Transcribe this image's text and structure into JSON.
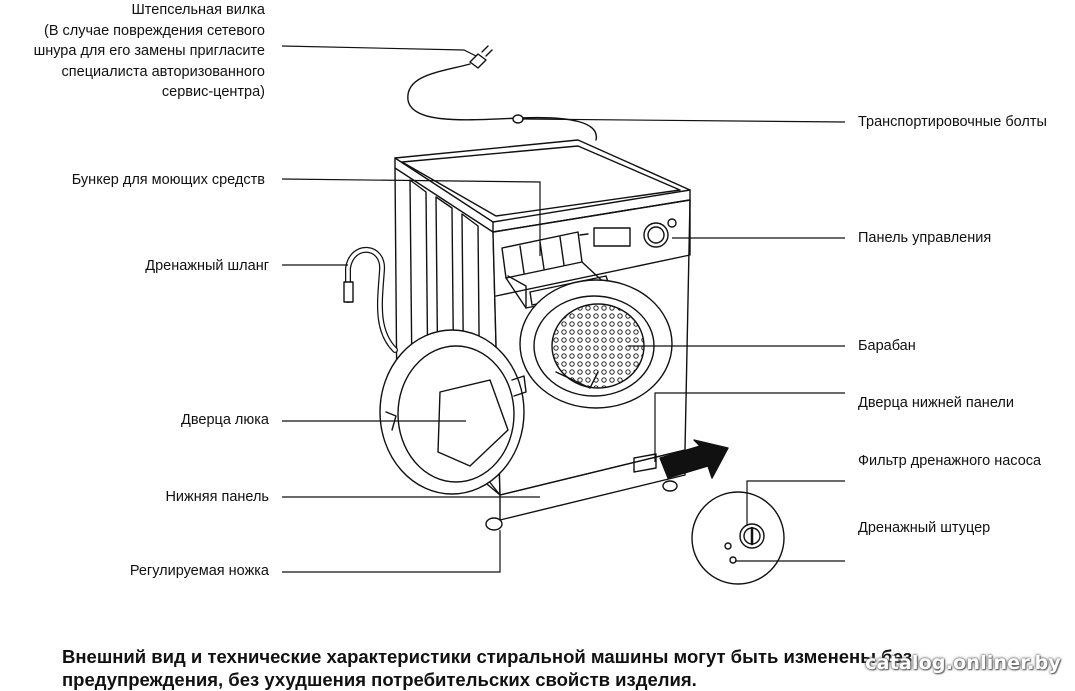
{
  "labels": {
    "plug": {
      "line1": "Штепсельная вилка",
      "line2": "(В случае повреждения сетевого",
      "line3": "шнура для его замены пригласите",
      "line4": "специалиста авторизованного",
      "line5": "сервис-центра)"
    },
    "transport_bolts": "Транспортировочные болты",
    "detergent_drawer": "Бункер для моющих средств",
    "control_panel": "Панель управления",
    "drain_hose": "Дренажный шланг",
    "drum": "Барабан",
    "bottom_panel_door": "Дверца нижней панели",
    "door": "Дверца люка",
    "pump_filter": "Фильтр дренажного насоса",
    "bottom_panel": "Нижняя панель",
    "drain_nozzle": "Дренажный штуцер",
    "adjustable_foot": "Регулируемая ножка"
  },
  "footer": {
    "line1": "Внешний вид и технические характеристики стиральной машины могут быть изменены без",
    "line2": "предупреждения,  без ухудшения  потребительских свойств изделия."
  },
  "watermark": "catalog.onliner.by",
  "colors": {
    "ink": "#111111",
    "background": "#ffffff"
  }
}
